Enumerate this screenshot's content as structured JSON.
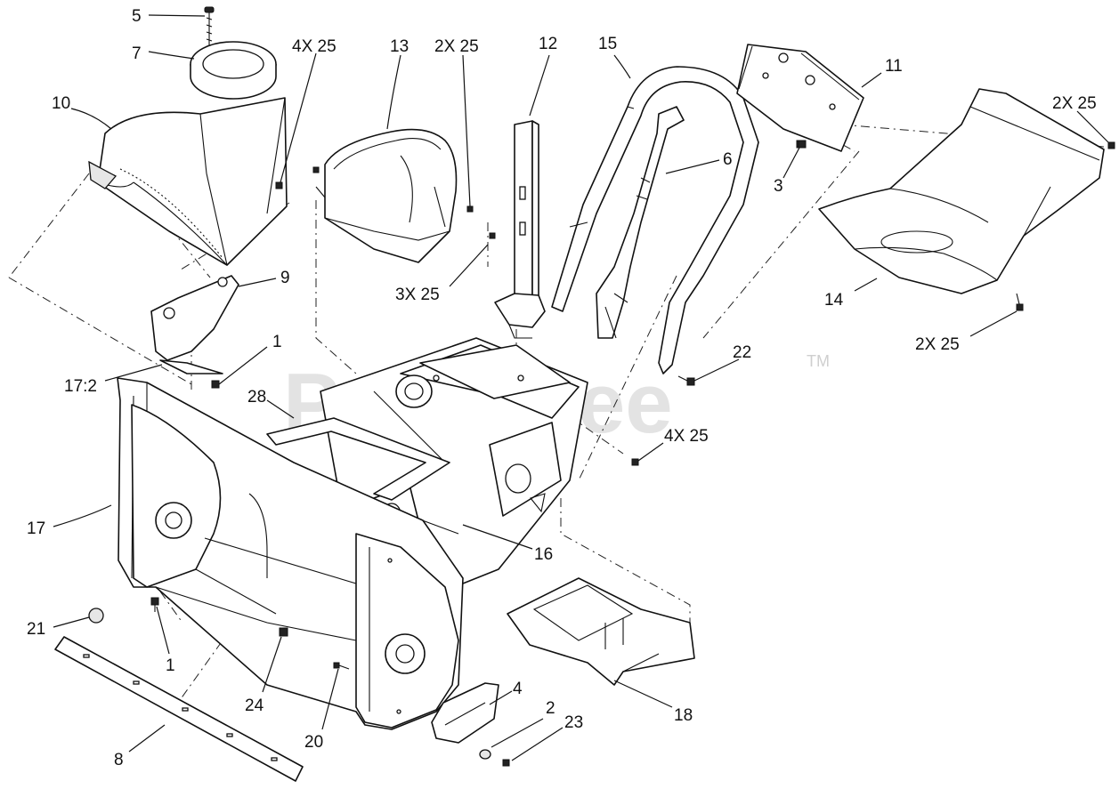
{
  "diagram": {
    "watermark": "PartsTree",
    "trademark": "TM",
    "callouts": {
      "c5": "5",
      "c7": "7",
      "c4x25a": "4X 25",
      "c13": "13",
      "c2x25a": "2X 25",
      "c12": "12",
      "c15": "15",
      "c11": "11",
      "c10": "10",
      "c6": "6",
      "c2x25b": "2X 25",
      "c3": "3",
      "c9": "9",
      "c3x25": "3X 25",
      "c1a": "1",
      "c17_2": "17:2",
      "c14": "14",
      "c2x25c": "2X 25",
      "c22": "22",
      "c28": "28",
      "c4x25b": "4X 25",
      "c17": "17",
      "c16": "16",
      "c21": "21",
      "c1b": "1",
      "c24": "24",
      "c4": "4",
      "c2": "2",
      "c23": "23",
      "c18": "18",
      "c20": "20",
      "c8": "8"
    }
  }
}
